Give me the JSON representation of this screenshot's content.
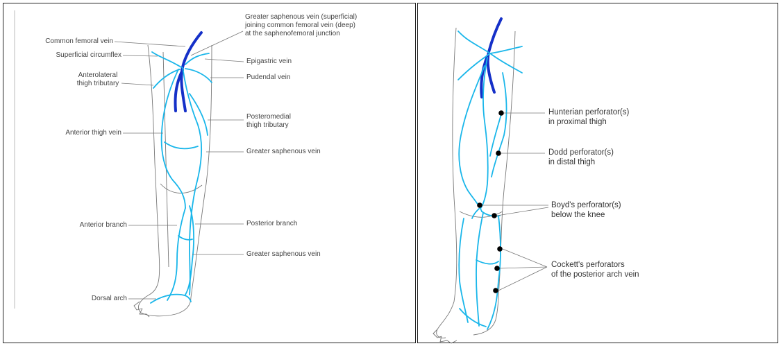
{
  "left_panel": {
    "labels": {
      "common_femoral_vein": "Common femoral vein",
      "superficial_circumflex": "Superficial circumflex",
      "anterolateral_thigh_tributary": "Anterolateral\nthigh tributary",
      "anterior_thigh_vein": "Anterior thigh vein",
      "anterior_branch": "Anterior branch",
      "dorsal_arch": "Dorsal arch",
      "gsv_junction": "Greater saphenous vein (superficial)\njoining common femoral vein (deep)\nat the saphenofemoral junction",
      "epigastric_vein": "Epigastric vein",
      "pudendal_vein": "Pudendal vein",
      "posteromedial_thigh_tributary": "Posteromedial\nthigh tributary",
      "greater_saphenous_vein_upper": "Greater saphenous vein",
      "posterior_branch": "Posterior branch",
      "greater_saphenous_vein_lower": "Greater saphenous vein"
    }
  },
  "right_panel": {
    "labels": {
      "hunterian": "Hunterian perforator(s)\nin proximal thigh",
      "dodd": "Dodd perforator(s)\nin distal thigh",
      "boyd": "Boyd's perforator(s)\nbelow the knee",
      "cockett": "Cockett's perforators\nof the posterior arch vein"
    }
  },
  "colors": {
    "superficial_vein": "#19b6ea",
    "deep_vein": "#1530c8",
    "outline": "#777777",
    "perforator_dot": "#000000"
  }
}
